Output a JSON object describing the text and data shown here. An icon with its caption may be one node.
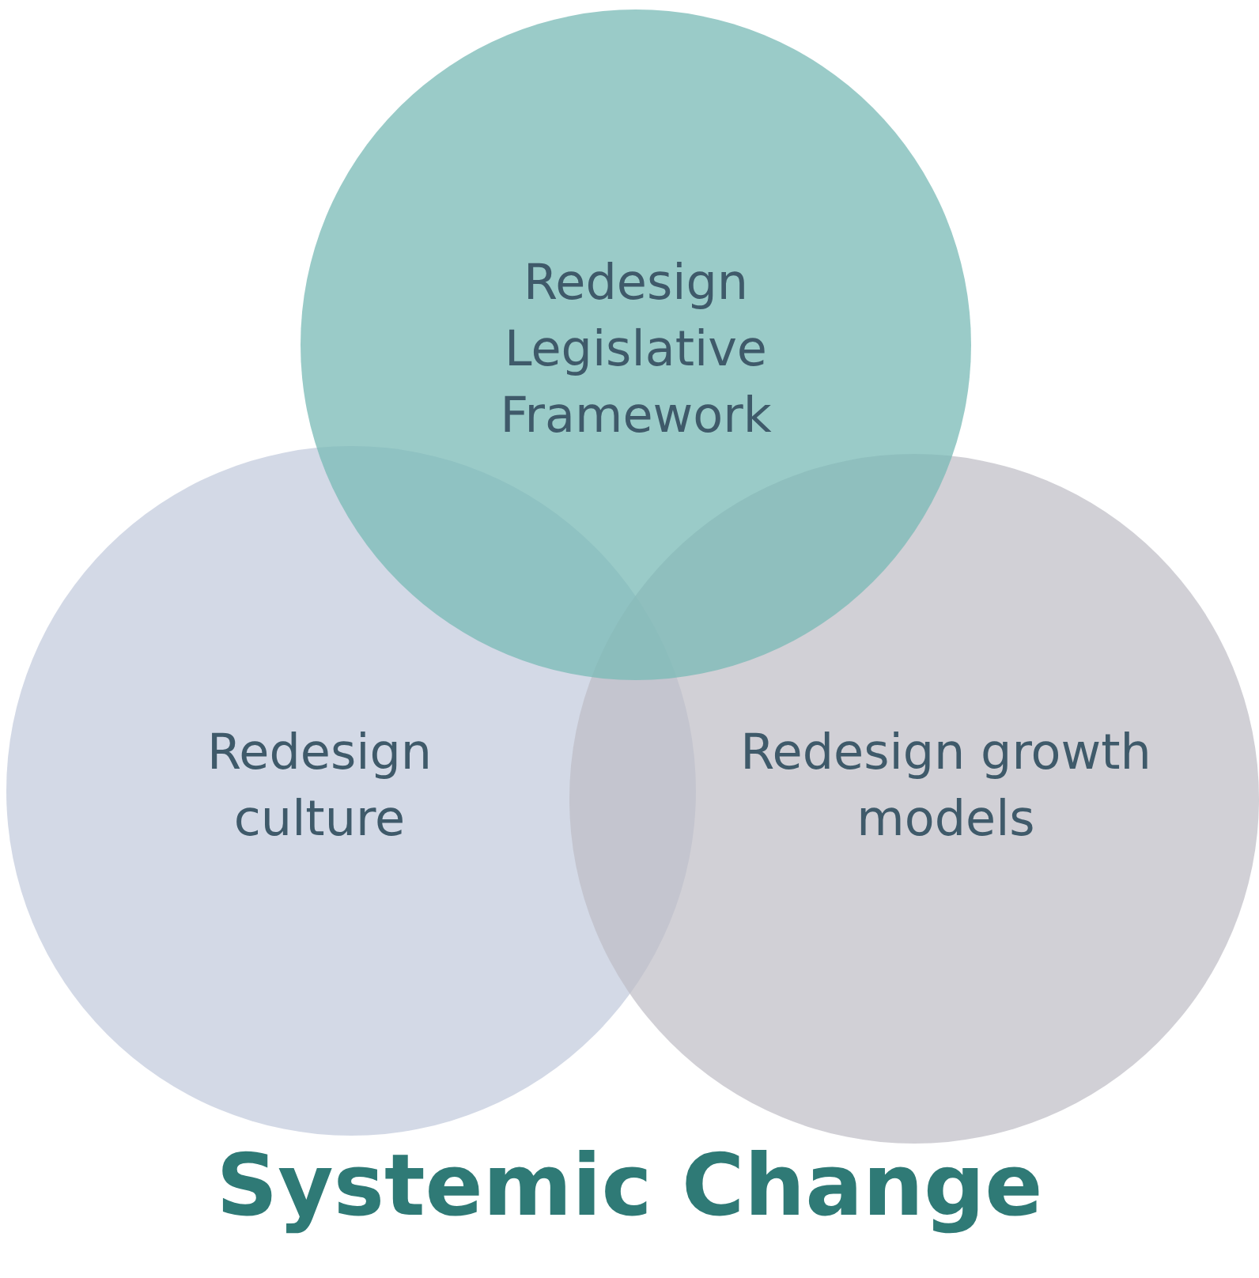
{
  "diagram": {
    "title": "Systemic Change",
    "nodes": [
      {
        "text": [
          "Redesign Legislative Framework"
        ]
      },
      {
        "text": [
          "Redesign culture"
        ]
      },
      {
        "text": [
          "Redesign growth models"
        ]
      }
    ]
  }
}
